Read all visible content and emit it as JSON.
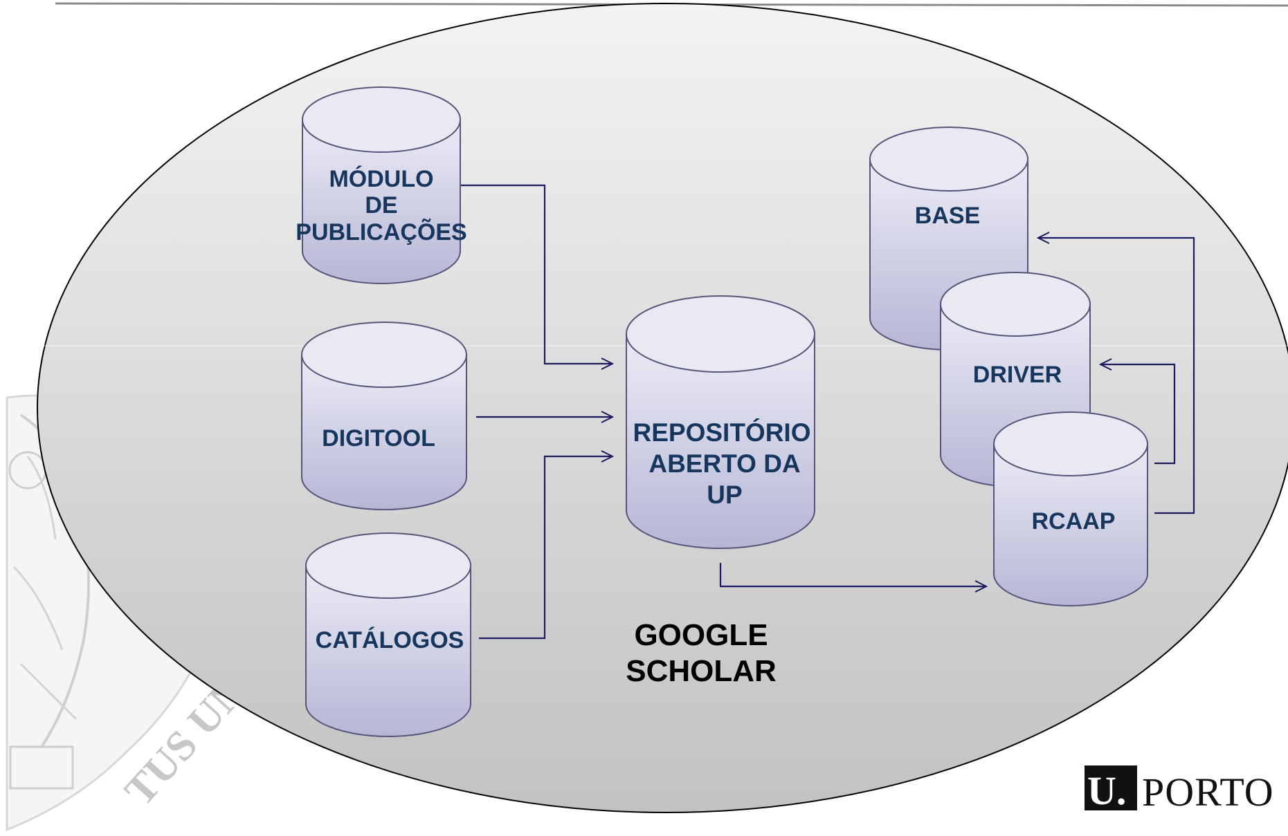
{
  "colors": {
    "cylinder_fill_top": "#e8e8f4",
    "cylinder_fill_bottom": "#b8b8d8",
    "cylinder_stroke": "#55557a",
    "db_text": "#17365d",
    "arrow": "#1a1a5e",
    "ellipse_top": "#f2f2f2",
    "ellipse_bottom": "#c4c4c4"
  },
  "scope_label": [
    "GOOGLE",
    "SCHOLAR"
  ],
  "databases": {
    "modulo": [
      "MÓDULO",
      "DE",
      "PUBLICAÇÕES"
    ],
    "digitool": [
      "DIGITOOL"
    ],
    "catalogos": [
      "CATÁLOGOS"
    ],
    "repositorio": [
      "REPOSITÓRIO",
      "ABERTO DA",
      "UP"
    ],
    "base": [
      "BASE"
    ],
    "driver": [
      "DRIVER"
    ],
    "rcaap": [
      "RCAAP"
    ]
  },
  "connections": [
    {
      "from": "modulo",
      "to": "repositorio"
    },
    {
      "from": "digitool",
      "to": "repositorio"
    },
    {
      "from": "catalogos",
      "to": "repositorio"
    },
    {
      "from": "repositorio",
      "to": "rcaap"
    },
    {
      "from": "rcaap",
      "to": "driver"
    },
    {
      "from": "rcaap",
      "to": "base"
    }
  ],
  "logo": {
    "u": "U.",
    "name": "PORTO"
  },
  "seal_text": "TUS UNITA"
}
